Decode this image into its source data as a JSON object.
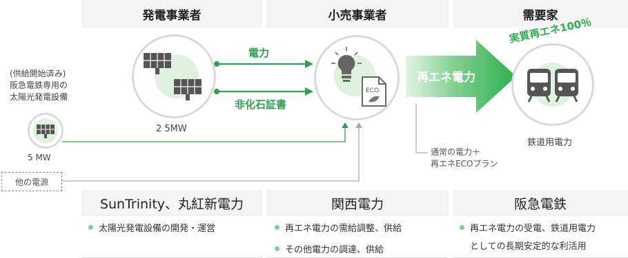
{
  "headers": {
    "generator": "発電事業者",
    "retailer": "小売事業者",
    "consumer": "需要家"
  },
  "existing": {
    "line1": "(供給開始済み)",
    "line2": "阪急電鉄専用の",
    "line3": "太陽光発電設備",
    "capacity": "5 MW"
  },
  "generator": {
    "capacity": "2 5MW"
  },
  "arrows": {
    "power": "電力",
    "certificate": "非化石証書",
    "renewable": "再エネ電力"
  },
  "consumer": {
    "badge": "実質再エネ100％",
    "label": "鉄道用電力"
  },
  "eco_icon_text": "ECO",
  "other_source": "他の電源",
  "note": {
    "line1": "通常の電力＋",
    "line2": "再エネECOプラン"
  },
  "columns": [
    {
      "title": "SunTrinity、丸紅新電力",
      "bullets": [
        "太陽光発電設備の開発・運営"
      ]
    },
    {
      "title": "関西電力",
      "bullets": [
        "再エネ電力の需給調整、供給",
        "その他電力の調達、供給"
      ]
    },
    {
      "title": "阪急電鉄",
      "bullets": [
        "再エネ電力の受電、鉄道用電力",
        "としての長期安定的な利活用"
      ]
    }
  ],
  "colors": {
    "green": "#2e9e4f",
    "light_green": "#cfeccf",
    "header_bg": "#f3f3f3"
  }
}
